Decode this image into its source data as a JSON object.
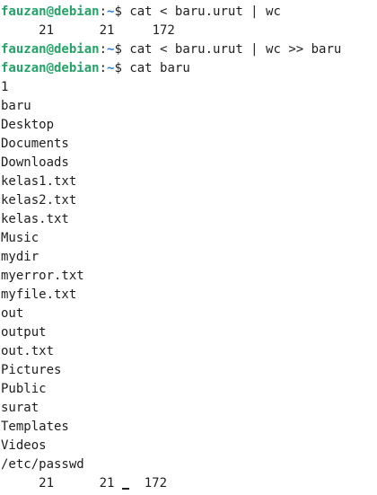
{
  "terminal": {
    "prompt": {
      "user_host": "fauzan@debian",
      "colon": ":",
      "path": "~",
      "symbol": "$ "
    },
    "commands": [
      "cat < baru.urut | wc",
      "cat < baru.urut | wc >> baru",
      "cat baru"
    ],
    "wc_output_1": "     21      21     172",
    "file_lines": [
      "1",
      "baru",
      "Desktop",
      "Documents",
      "Downloads",
      "kelas1.txt",
      "kelas2.txt",
      "kelas.txt",
      "Music",
      "mydir",
      "myerror.txt",
      "myfile.txt",
      "out",
      "output",
      "out.txt",
      "Pictures",
      "Public",
      "surat",
      "Templates",
      "Videos",
      "/etc/passwd"
    ],
    "wc_output_2_before_cursor": "     21      21 ",
    "wc_output_2_after_cursor": "  172",
    "colors": {
      "user_host": "#26a269",
      "path": "#2a7bde",
      "text": "#1e1e1e",
      "background": "#ffffff"
    }
  }
}
